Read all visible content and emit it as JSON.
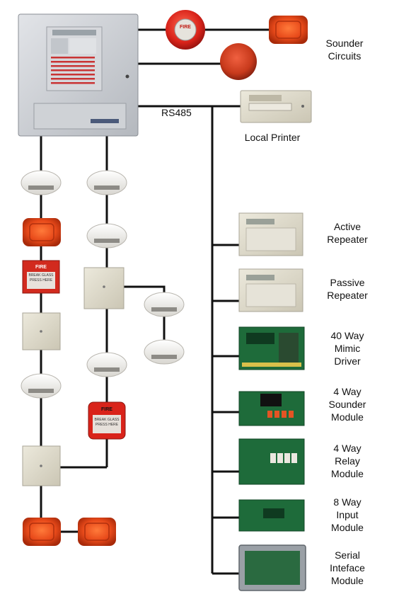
{
  "labels": {
    "sounder_circuits": "Sounder\nCircuits",
    "rs485": "RS485",
    "local_printer": "Local Printer",
    "active_repeater": "Active\nRepeater",
    "passive_repeater": "Passive\nRepeater",
    "mimic_driver": "40 Way\nMimic\nDriver",
    "sounder_module": "4 Way\nSounder\nModule",
    "relay_module": "4 Way\nRelay\nModule",
    "input_module": "8 Way\nInput\nModule",
    "serial_interface": "Serial\nInteface\nModule"
  },
  "device_text": {
    "bell_fire": "FIRE",
    "call_point_fire": "FIRE",
    "call_point_break": "BREAK GLASS\nPRESS HERE"
  },
  "colors": {
    "wire": "#111111",
    "sounder_red": "#e84a1a",
    "panel_grey": "#c9ccd1",
    "module_beige": "#d9d5c4",
    "detector_white": "#f2f0ea",
    "pcb_green": "#1e6b3a"
  }
}
